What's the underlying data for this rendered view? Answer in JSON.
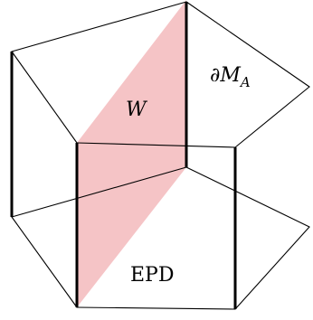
{
  "labels": {
    "w": "W",
    "partial_m_a": "∂M",
    "partial_m_a_sub": "A",
    "epd": "EPD"
  },
  "colors": {
    "region_fill": "#f5c4c6",
    "edges": "#000000"
  }
}
